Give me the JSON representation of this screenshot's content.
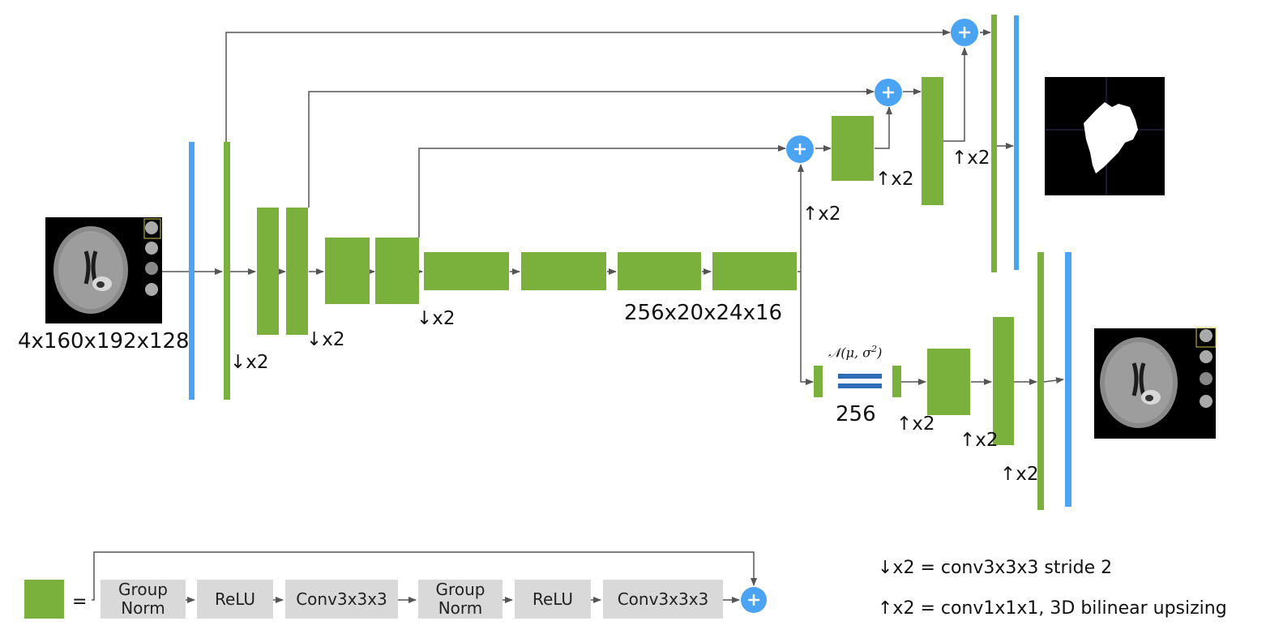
{
  "labels": {
    "input_size": "4x160x192x128",
    "bottleneck_size": "256x20x24x16",
    "latent_size": "256",
    "down": "↓x2",
    "up": "↑x2",
    "latent_dist_prefix": "𝒩(μ, σ",
    "latent_dist_sup": "2",
    "latent_dist_suffix": ")"
  },
  "legend": {
    "equals": "=",
    "blocks": [
      {
        "line1": "Group",
        "line2": "Norm"
      },
      {
        "line1": "ReLU",
        "line2": ""
      },
      {
        "line1": "Conv3x3x3",
        "line2": ""
      },
      {
        "line1": "Group",
        "line2": "Norm"
      },
      {
        "line1": "ReLU",
        "line2": ""
      },
      {
        "line1": "Conv3x3x3",
        "line2": ""
      }
    ],
    "def_down": "↓x2 = conv3x3x3 stride 2",
    "def_up": "↑x2 = conv1x1x1, 3D bilinear upsizing"
  },
  "colors": {
    "green": "#7ab13d",
    "blue": "#4ba3f3",
    "dark_blue": "#2e6cb8",
    "arrow": "#555555",
    "legend_box": "#d9d9d9"
  },
  "icons": {
    "add": "plus-circle-icon",
    "mri": "brain-mri-image",
    "mask": "segmentation-mask-image"
  }
}
